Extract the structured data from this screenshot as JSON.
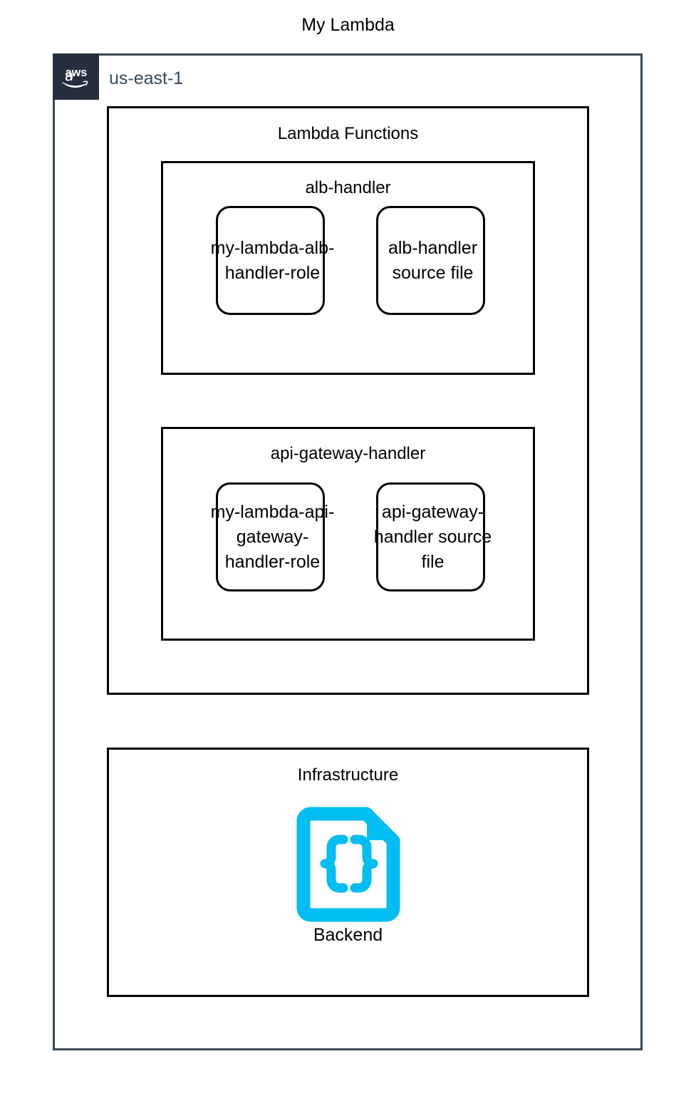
{
  "diagram": {
    "title": "My Lambda",
    "colors": {
      "region_border": "#37495B",
      "aws_logo_background": "#252F3E",
      "group_border": "#000000",
      "node_border": "#000000",
      "json_icon": "#00BDF2",
      "canvas_background": "#FFFFFF"
    }
  },
  "region": {
    "label": "us-east-1",
    "logo_icon": "aws-logo-icon",
    "logo_text": "aws"
  },
  "groups": [
    {
      "id": "lambda-functions",
      "label": "Lambda Functions",
      "subgroups": [
        {
          "id": "alb-handler",
          "label": "alb-handler",
          "nodes": [
            {
              "id": "alb-role",
              "label": "my-lambda-alb-handler-role",
              "shape": "rounded-rect"
            },
            {
              "id": "alb-source",
              "label": "alb-handler source file",
              "shape": "rounded-rect"
            }
          ]
        },
        {
          "id": "api-gateway-handler",
          "label": "api-gateway-handler",
          "nodes": [
            {
              "id": "api-role",
              "label": "my-lambda-api-gateway-handler-role",
              "shape": "rounded-rect"
            },
            {
              "id": "api-source",
              "label": "api-gateway-handler source file",
              "shape": "rounded-rect"
            }
          ]
        }
      ]
    },
    {
      "id": "infrastructure",
      "label": "Infrastructure",
      "items": [
        {
          "id": "backend",
          "label": "Backend",
          "icon": "json-file-icon"
        }
      ]
    }
  ]
}
